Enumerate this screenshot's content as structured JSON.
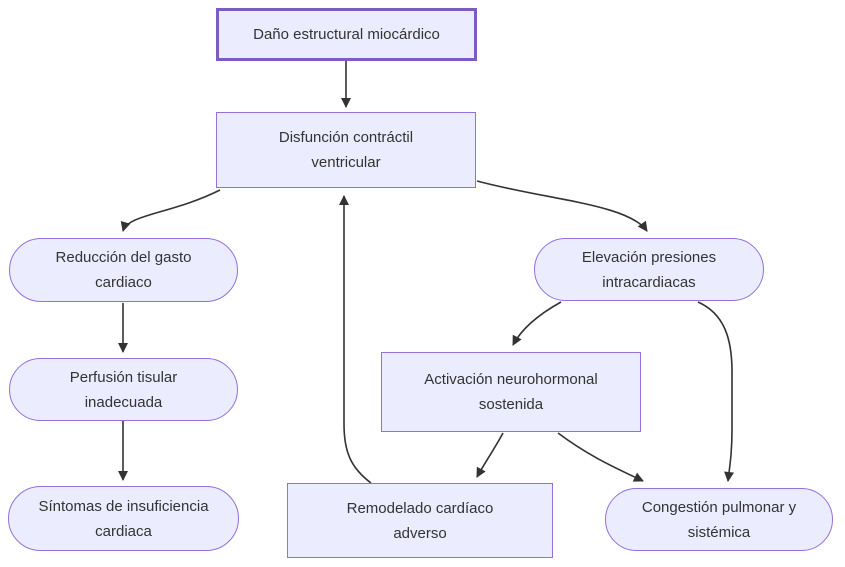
{
  "diagram": {
    "type": "flowchart",
    "nodes": {
      "dano": {
        "shape": "rectangle-thick",
        "lines": [
          "Daño estructural miocárdico",
          ""
        ]
      },
      "disfuncion": {
        "shape": "rectangle",
        "lines": [
          "Disfunción contráctil",
          "ventricular"
        ]
      },
      "reduccion": {
        "shape": "stadium",
        "lines": [
          "Reducción del gasto",
          "cardiaco"
        ]
      },
      "perfusion": {
        "shape": "stadium",
        "lines": [
          "Perfusión tisular",
          "inadecuada"
        ]
      },
      "sintomas": {
        "shape": "stadium",
        "lines": [
          "Síntomas de insuficiencia",
          "cardiaca"
        ]
      },
      "elevacion": {
        "shape": "stadium",
        "lines": [
          "Elevación presiones",
          "intracardiacas"
        ]
      },
      "activacion": {
        "shape": "rectangle",
        "lines": [
          "Activación neurohormonal",
          "sostenida"
        ]
      },
      "remodelado": {
        "shape": "rectangle",
        "lines": [
          "Remodelado cardíaco",
          "adverso"
        ]
      },
      "congestion": {
        "shape": "stadium",
        "lines": [
          "Congestión pulmonar y",
          "sistémica"
        ]
      }
    },
    "edges": [
      {
        "from": "dano",
        "to": "disfuncion"
      },
      {
        "from": "disfuncion",
        "to": "reduccion"
      },
      {
        "from": "disfuncion",
        "to": "elevacion"
      },
      {
        "from": "reduccion",
        "to": "perfusion"
      },
      {
        "from": "perfusion",
        "to": "sintomas"
      },
      {
        "from": "elevacion",
        "to": "activacion"
      },
      {
        "from": "elevacion",
        "to": "congestion"
      },
      {
        "from": "activacion",
        "to": "remodelado"
      },
      {
        "from": "activacion",
        "to": "congestion"
      },
      {
        "from": "remodelado",
        "to": "disfuncion"
      }
    ],
    "colors": {
      "node_fill": "#ECECFF",
      "node_border": "#9370DB",
      "node_border_emphasis": "#7C5CC4",
      "text": "#333333",
      "edge": "#333333",
      "background": "#FFFFFF"
    }
  }
}
